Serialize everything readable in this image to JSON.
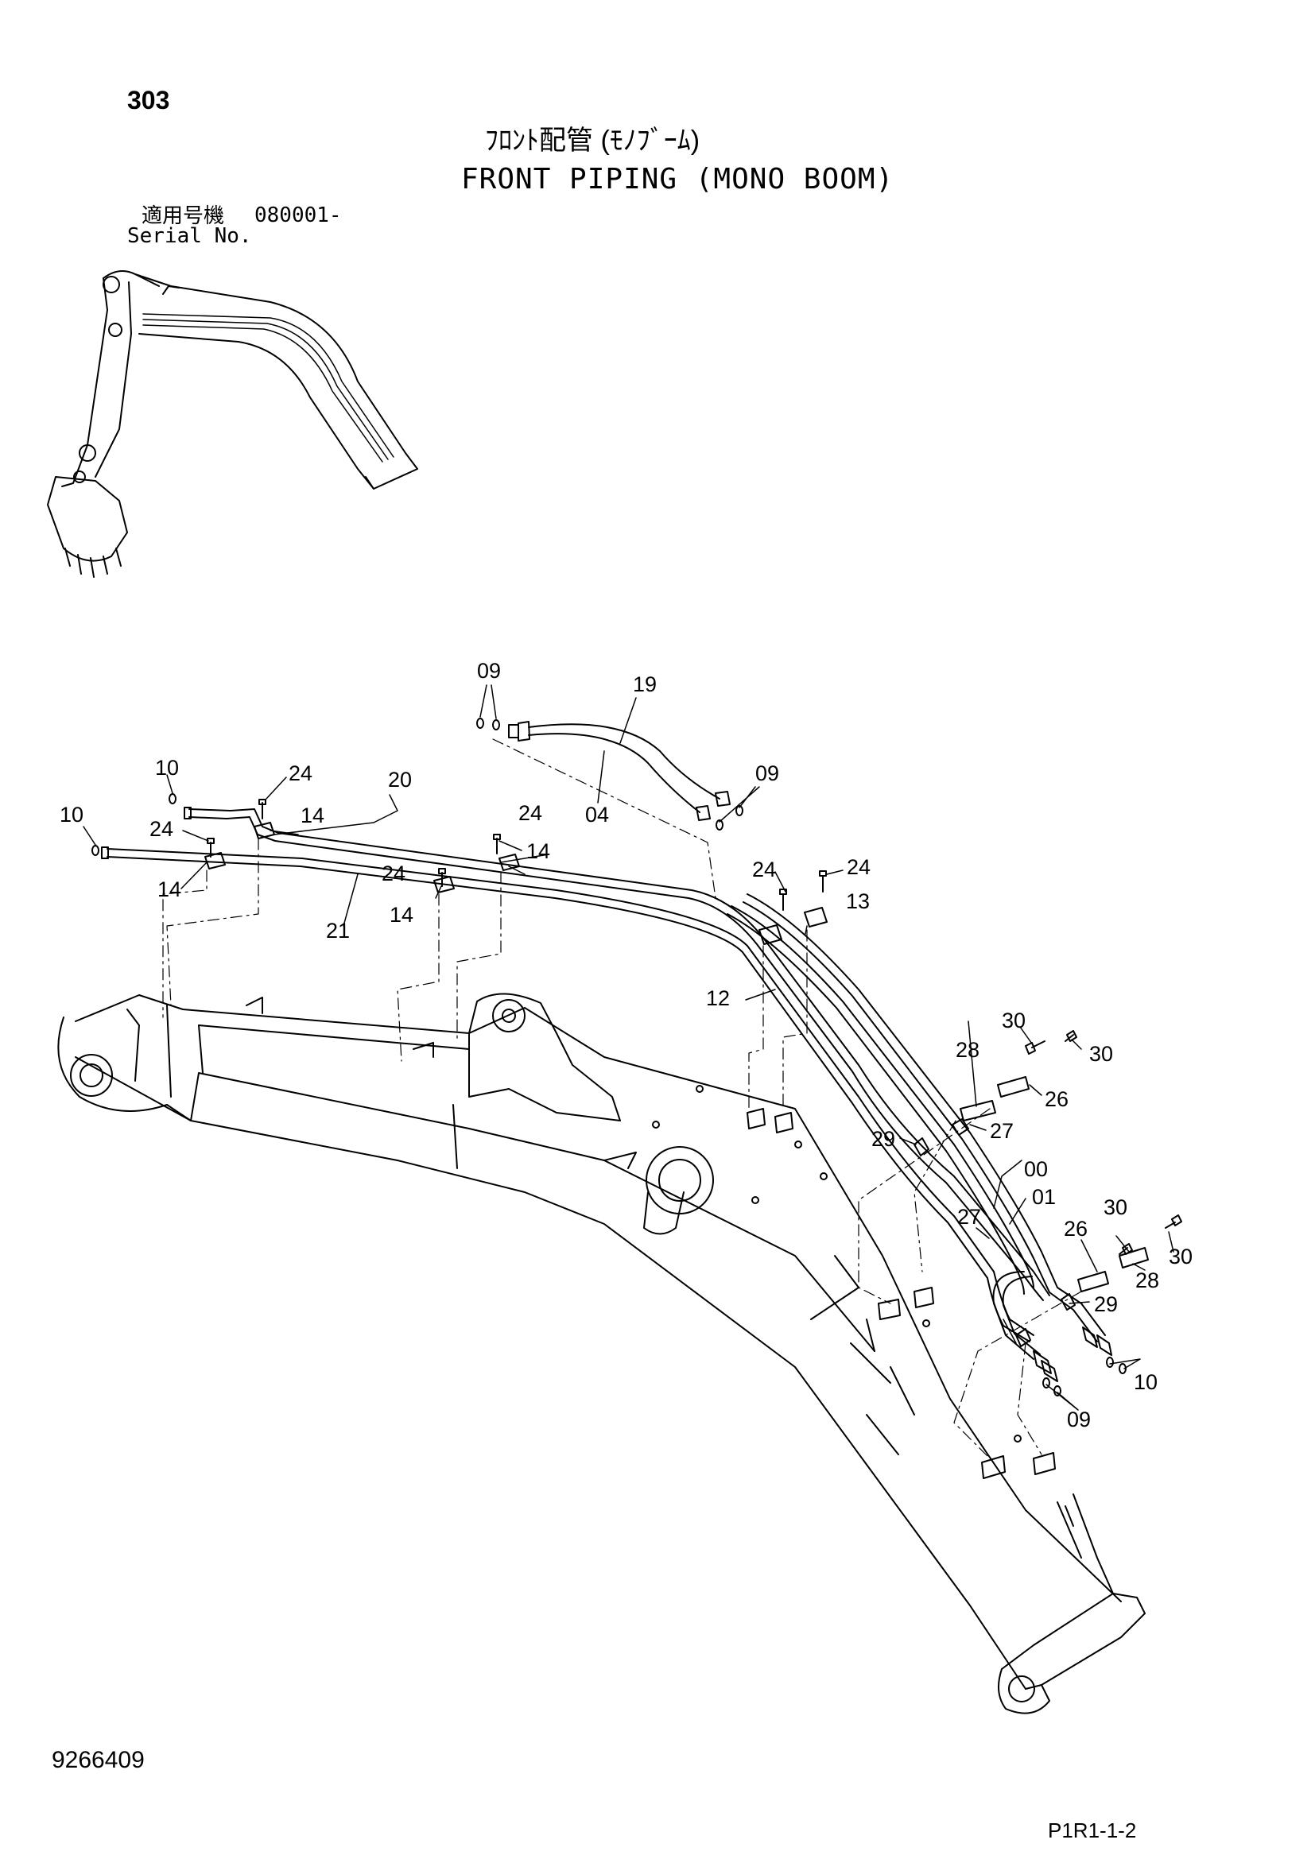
{
  "header": {
    "page_number": "303",
    "title_jp": "ﾌﾛﾝﾄ配管 (ﾓﾉﾌﾞｰﾑ)",
    "title_en": "FRONT PIPING (MONO BOOM)",
    "serial_label_jp": "適用号機",
    "serial_number": "080001-",
    "serial_label_en": "Serial No."
  },
  "callouts": {
    "c09_top": "09",
    "c19": "19",
    "c04": "04",
    "c09_right": "09",
    "c10_a": "10",
    "c10_b": "10",
    "c24_a": "24",
    "c24_b": "24",
    "c24_c": "24",
    "c24_d": "24",
    "c24_e": "24",
    "c24_f": "24",
    "c20": "20",
    "c21": "21",
    "c14_a": "14",
    "c14_b": "14",
    "c14_c": "14",
    "c14_d": "14",
    "c13": "13",
    "c12": "12",
    "c30_a": "30",
    "c30_b": "30",
    "c30_c": "30",
    "c30_d": "30",
    "c28_a": "28",
    "c28_b": "28",
    "c26_a": "26",
    "c26_b": "26",
    "c27_a": "27",
    "c27_b": "27",
    "c29_a": "29",
    "c29_b": "29",
    "c00": "00",
    "c01": "01",
    "c10_c": "10",
    "c09_bottom": "09"
  },
  "footer": {
    "doc_number": "9266409",
    "page_code": "P1R1-1-2"
  }
}
